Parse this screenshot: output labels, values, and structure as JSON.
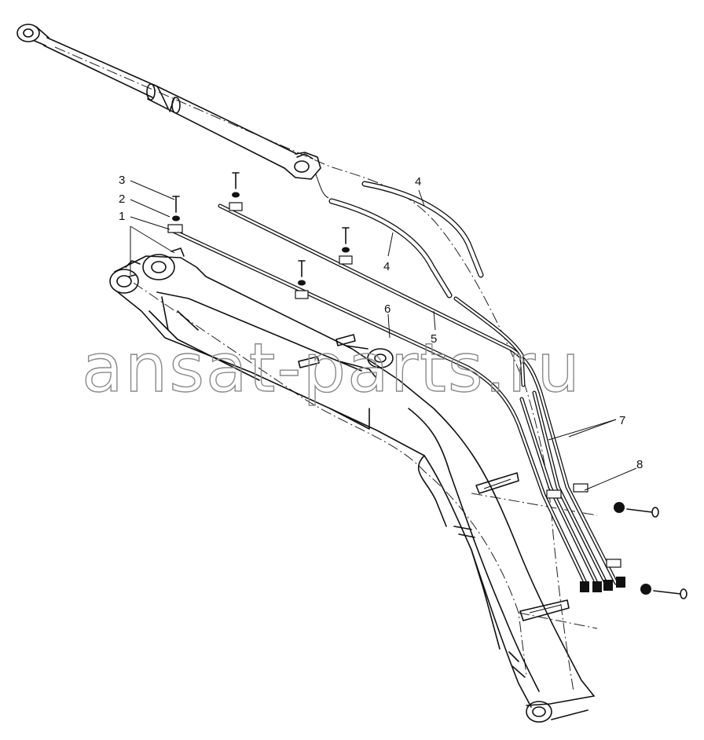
{
  "watermark": "ansat-parts.ru",
  "callouts": [
    {
      "label": "1"
    },
    {
      "label": "2"
    },
    {
      "label": "3"
    },
    {
      "label": "4"
    },
    {
      "label": "4"
    },
    {
      "label": "5"
    },
    {
      "label": "6"
    },
    {
      "label": "7"
    },
    {
      "label": "8"
    }
  ]
}
